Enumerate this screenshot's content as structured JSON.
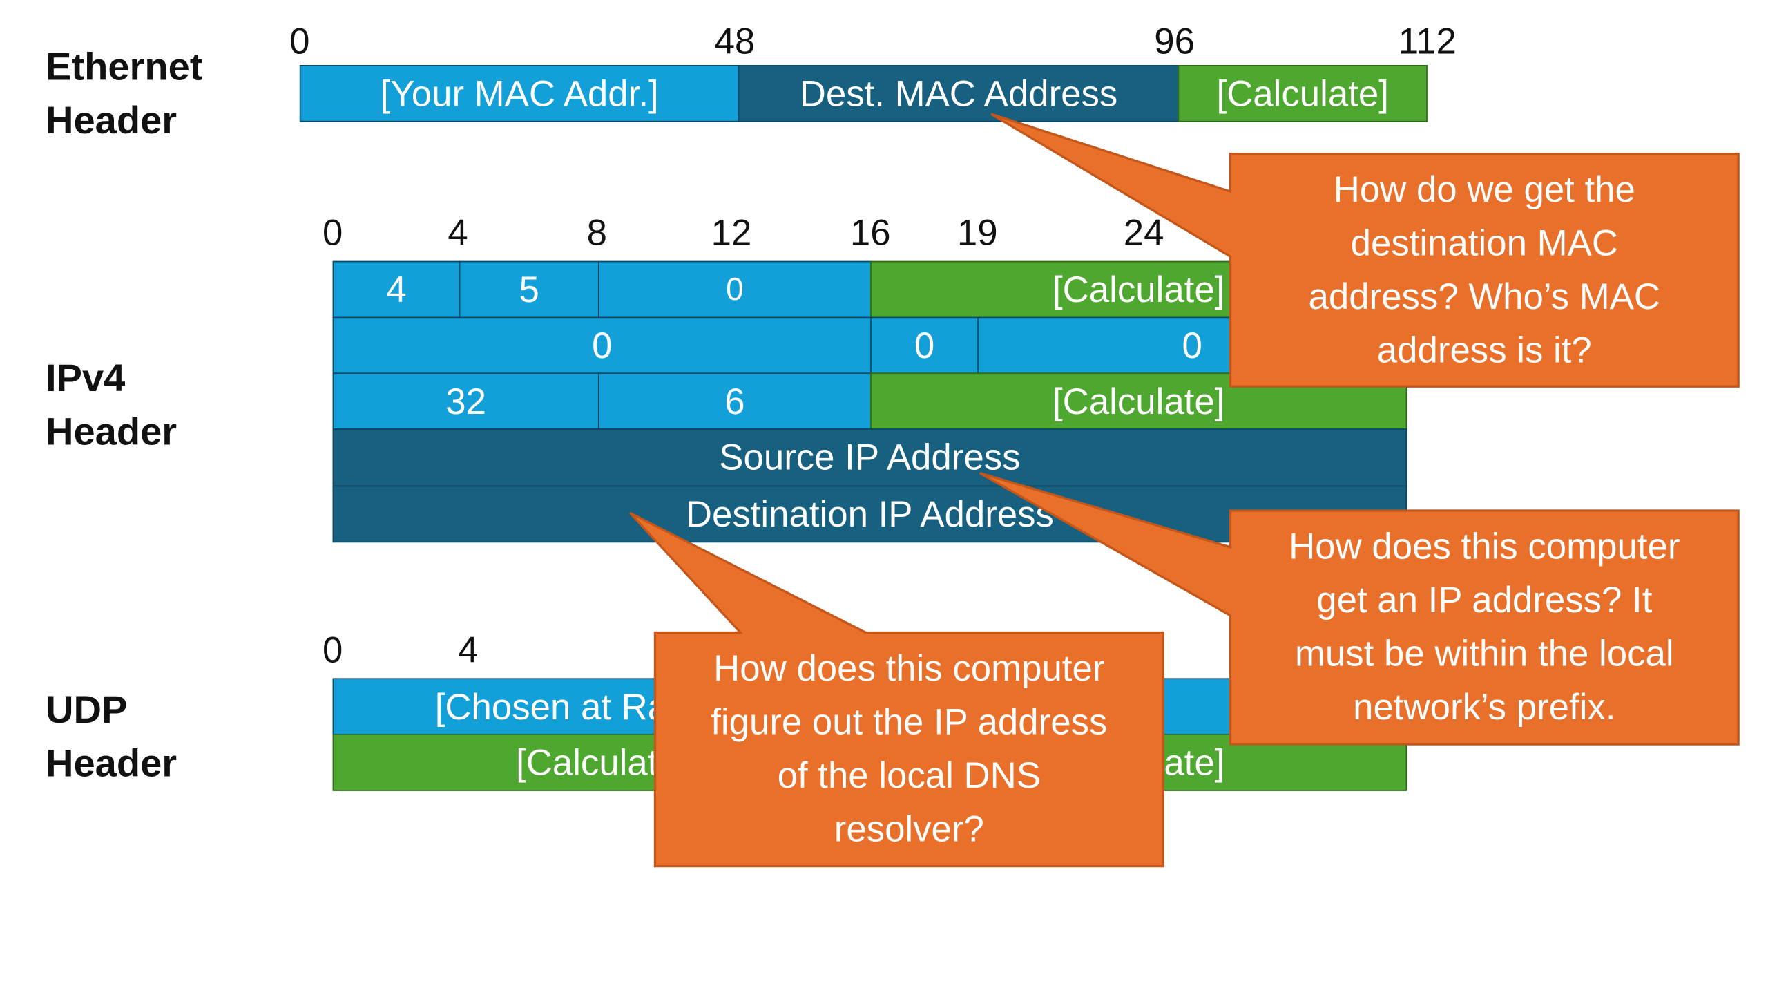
{
  "colors": {
    "light_blue": "#139fd8",
    "dark_blue": "#17607f",
    "green": "#4ea72e",
    "callout": "#e8702a"
  },
  "ethernet": {
    "label": [
      "Ethernet",
      "Header"
    ],
    "ticks": [
      "0",
      "48",
      "96",
      "112"
    ],
    "fields": [
      "[Your MAC Addr.]",
      "Dest. MAC Address",
      "[Calculate]"
    ]
  },
  "ipv4": {
    "label": [
      "IPv4",
      "Header"
    ],
    "ticks": [
      "0",
      "4",
      "8",
      "12",
      "16",
      "19",
      "24"
    ],
    "rows": [
      [
        "4",
        "5",
        "0",
        "[Calculate]"
      ],
      [
        "0",
        "0",
        "0"
      ],
      [
        "32",
        "6",
        "[Calculate]"
      ],
      [
        "Source IP Address"
      ],
      [
        "Destination IP Address"
      ]
    ]
  },
  "udp": {
    "label": [
      "UDP",
      "Header"
    ],
    "ticks": [
      "0",
      "4"
    ],
    "rows": [
      [
        "[Chosen at Random]",
        ""
      ],
      [
        "[Calculate]",
        "[Calculate]"
      ]
    ]
  },
  "callouts": [
    {
      "lines": [
        "How do we get the",
        "destination MAC",
        "address? Who’s MAC",
        "address is it?"
      ]
    },
    {
      "lines": [
        "How does this computer",
        "get an IP address? It",
        "must be within the local",
        "network’s prefix."
      ]
    },
    {
      "lines": [
        "How does this computer",
        "figure out the IP address",
        "of the local DNS",
        "resolver?"
      ]
    }
  ]
}
